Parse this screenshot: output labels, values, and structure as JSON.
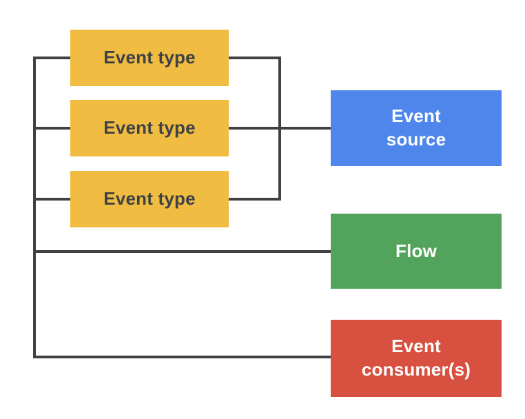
{
  "diagram": {
    "nodes": {
      "event_type_1": {
        "label": "Event type"
      },
      "event_type_2": {
        "label": "Event type"
      },
      "event_type_3": {
        "label": "Event type"
      },
      "event_source": {
        "label": "Event\nsource"
      },
      "flow": {
        "label": "Flow"
      },
      "event_consumers": {
        "label": "Event\nconsumer(s)"
      }
    },
    "colors": {
      "event_type_fill": "#F0BC42",
      "event_source_fill": "#4F86EC",
      "flow_fill": "#52A45C",
      "event_consumers_fill": "#D8503F",
      "connector_line": "#3F4245",
      "dark_text": "#3F4245",
      "light_text": "#FFFFFF",
      "background": "#FFFFFF"
    }
  }
}
